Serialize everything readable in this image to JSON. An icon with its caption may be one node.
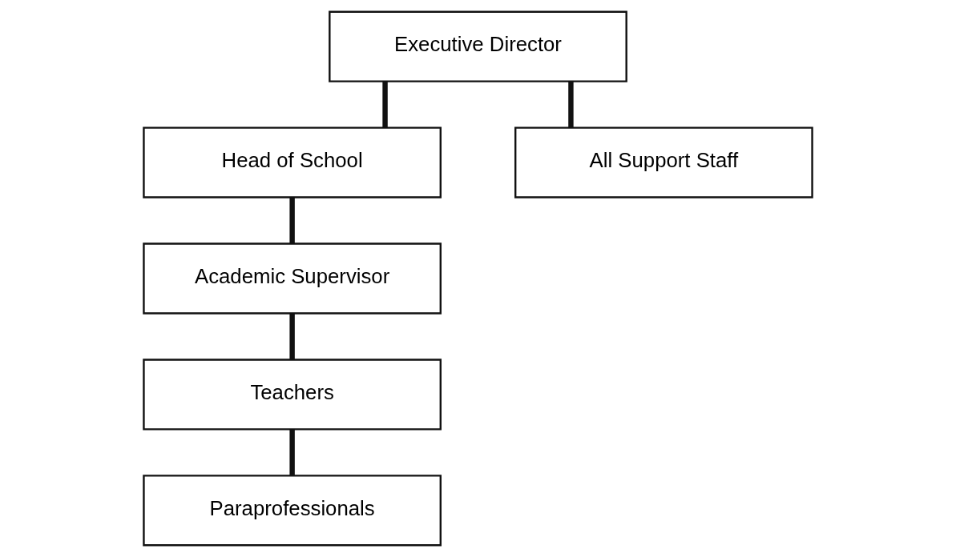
{
  "diagram": {
    "nodes": [
      {
        "text": [
          "Executive Director"
        ]
      },
      {
        "text": [
          "Head of School"
        ]
      },
      {
        "text": [
          "Academic Supervisor"
        ]
      },
      {
        "text": [
          "Teachers"
        ]
      },
      {
        "text": [
          "Paraprofessionals"
        ]
      },
      {
        "text": [
          "All Support Staff"
        ]
      }
    ],
    "edges": [
      {
        "from": 0,
        "to": 1,
        "arrow": "none"
      },
      {
        "from": 1,
        "to": 2,
        "arrow": "none"
      },
      {
        "from": 2,
        "to": 3,
        "arrow": "none"
      },
      {
        "from": 3,
        "to": 4,
        "arrow": "none"
      },
      {
        "from": 0,
        "to": 5,
        "arrow": "none"
      }
    ]
  }
}
